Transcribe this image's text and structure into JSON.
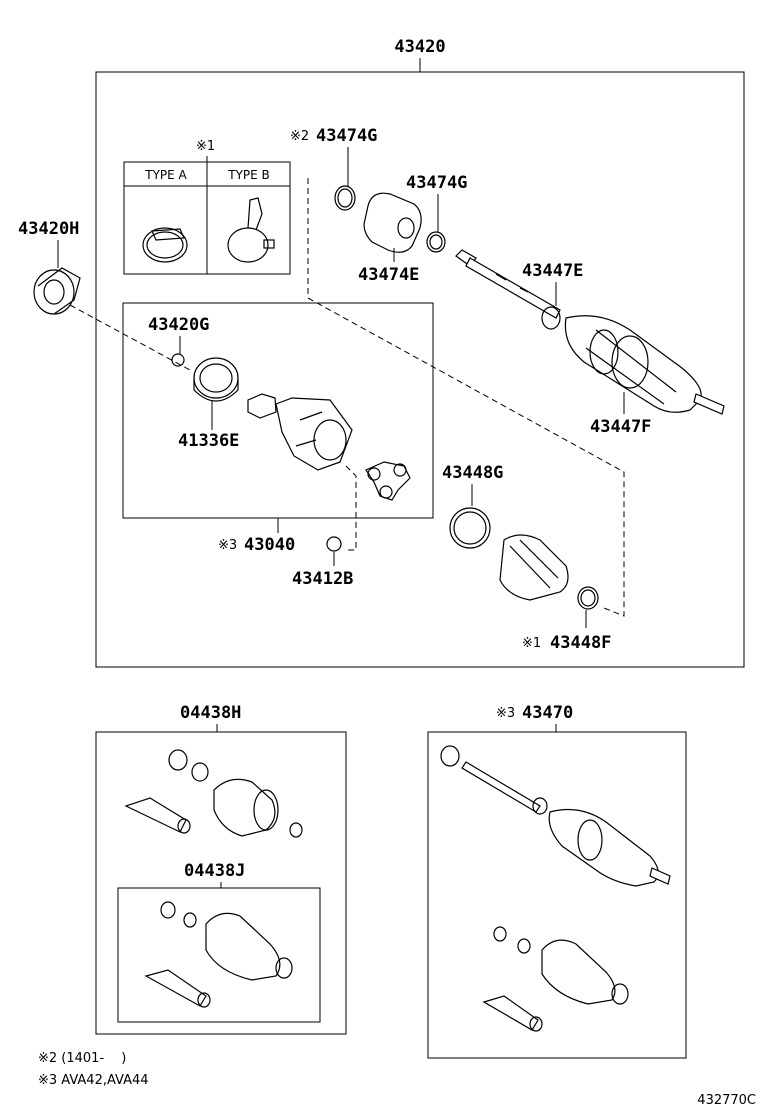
{
  "labels": {
    "p43420": "43420",
    "p43420H": "43420H",
    "p43474G_top": "43474G",
    "p43474G_top_prefix": "※2",
    "p43474G": "43474G",
    "p43474E": "43474E",
    "p43447E": "43447E",
    "p43447F": "43447F",
    "p43420G": "43420G",
    "p41336E": "41336E",
    "p43448G": "43448G",
    "p43040": "43040",
    "p43040_prefix": "※3",
    "p43412B": "43412B",
    "p43448F": "43448F",
    "p43448F_prefix": "※1",
    "p04438H": "04438H",
    "p04438J": "04438J",
    "p43470": "43470",
    "p43470_prefix": "※3"
  },
  "type_box": {
    "marker": "※1",
    "type_a": "TYPE A",
    "type_b": "TYPE B"
  },
  "notes": {
    "note2": "※2 (1401-　 )",
    "note3": "※3 AVA42,AVA44"
  },
  "diagram_code": "432770C"
}
